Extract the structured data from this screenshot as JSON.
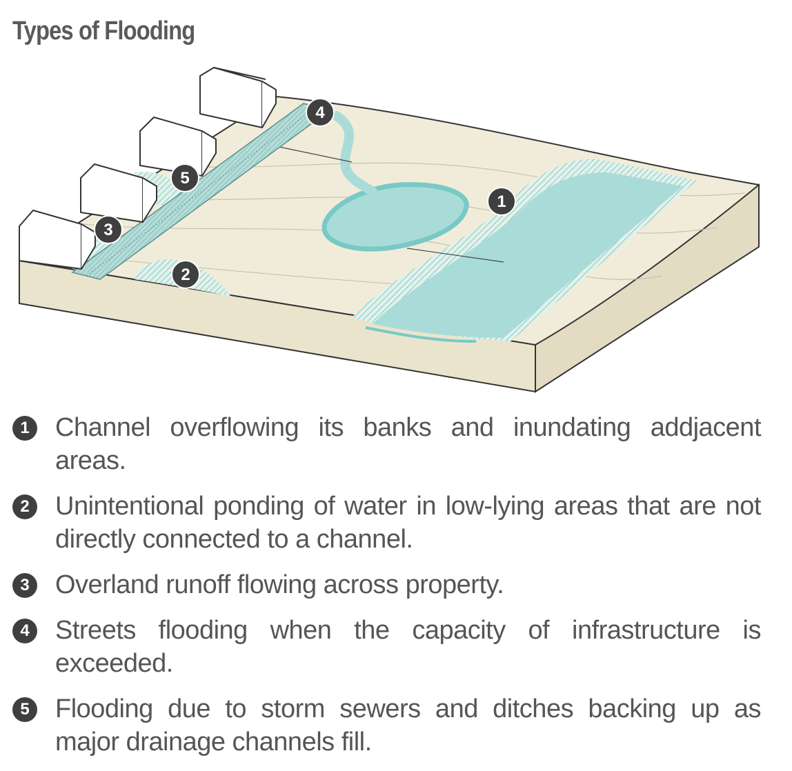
{
  "title": "Types of Flooding",
  "colors": {
    "terrain": "#f1ecd9",
    "terrain_side": "#ebe4cd",
    "water": "#a9dcd9",
    "water_edge": "#79c9c6",
    "house": "#ffffff",
    "outline": "#333333",
    "badge": "#3f3f3f"
  },
  "markers": [
    {
      "id": "1",
      "label": "1"
    },
    {
      "id": "2",
      "label": "2"
    },
    {
      "id": "3",
      "label": "3"
    },
    {
      "id": "4",
      "label": "4"
    },
    {
      "id": "5",
      "label": "5"
    }
  ],
  "legend": [
    {
      "num": "1",
      "text": "Channel overflowing its banks and inundating addjacent areas."
    },
    {
      "num": "2",
      "text": "Unintentional ponding of water in low-lying areas that are not directly connected to a channel."
    },
    {
      "num": "3",
      "text": "Overland runoff flowing across property."
    },
    {
      "num": "4",
      "text": "Streets flooding when the capacity of infrastructure is exceeded."
    },
    {
      "num": "5",
      "text": "Flooding due to storm sewers and ditches backing up as major drainage channels fill."
    }
  ]
}
